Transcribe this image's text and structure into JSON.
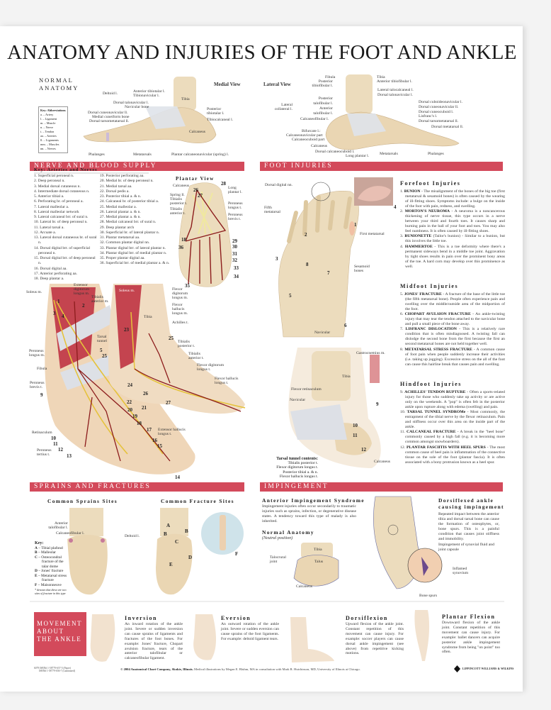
{
  "title": "ANATOMY AND INJURIES OF THE FOOT AND ANKLE",
  "colors": {
    "section_bar": "#d34a5b",
    "bone": "#ead6b3",
    "muscle": "#c4444f",
    "nerve": "#e5c23b",
    "artery": "#8c1c1c",
    "ligament": "#d9dde3",
    "fracture_circle": "#cfe3ea"
  },
  "normal_anatomy": {
    "heading_line1": "NORMAL",
    "heading_line2": "ANATOMY",
    "key": {
      "title": "Key: Abbreviations",
      "items": [
        "a. – Artery",
        "l. – Ligament",
        "m. – Muscle",
        "n. – Nerve",
        "t. – Tendon",
        "aa. – Arteries",
        "ll. – Ligaments",
        "mm. – Muscles",
        "nn. – Nerves"
      ]
    },
    "medial_view": {
      "title": "Medial View",
      "deltoid": "Deltoid l.",
      "anterior_tibiotalar": "Anterior tibiotalar l.",
      "tibionavicular": "Tibionavicular l.",
      "dorsal_talonavicular": "Dorsal talonavicular l.",
      "navicular_bone": "Navicular bone",
      "dorsal_cuneonavicular": "Dorsal cuneonavicular ll.",
      "medial_cuneiform": "Medial cuneiform bone",
      "dorsal_tarsometatarsal": "Dorsal tarsometatarsal ll.",
      "tibia": "Tibia",
      "posterior_tibiotalar_1": "Posterior",
      "posterior_tibiotalar_2": "tibiotalar l.",
      "tibiocalcaneal": "Tibiocalcaneal l.",
      "calcaneus": "Calcaneus",
      "phalanges": "Phalanges",
      "metatarsals": "Metatarsals",
      "spring": "Plantar calcaneonavicular (spring) l."
    },
    "lateral_view": {
      "title": "Lateral View",
      "fibula": "Fibula",
      "posterior_tibiofibular_1": "Posterior",
      "posterior_tibiofibular_2": "tibiofibular l.",
      "tibia": "Tibia",
      "anterior_tibiofibular": "Anterior tibiofibular l.",
      "lateral_talocalcaneal": "Lateral talocalcaneal l.",
      "dorsal_talonavicular": "Dorsal talonavicular l.",
      "lateral_collateral_1": "Lateral",
      "lateral_collateral_2": "collateral l.",
      "posterior_talofibular_1": "Posterior",
      "posterior_talofibular_2": "talofibular l.",
      "anterior_talofibular_1": "Anterior",
      "anterior_talofibular_2": "talofibular l.",
      "calcaneofibular": "Calcaneofibular l.",
      "dorsal_cuboideonavicular": "Dorsal cuboideonavicular l.",
      "dorsal_cuneonavicular": "Dorsal cuneonavicular ll.",
      "dorsal_cuneocuboid": "Dorsal cuneocuboid l.",
      "lisfranc": "Lisfranc's l.",
      "dorsal_tarsometatarsal": "Dorsal tarsometatarsal ll.",
      "dorsal_metatarsal": "Dorsal metatarsal ll.",
      "bifurcate": "Bifurcate l.:",
      "calcaneonavicular_part": "Calcaneonavicular part",
      "calcaneocuboid_part": "Calcaneocuboid part",
      "calcaneus": "Calcaneus",
      "dorsal_calcaneocuboid": "Dorsal calcaneocuboid l.",
      "long_plantar": "Long plantar l.",
      "metatarsals": "Metatarsals",
      "phalanges": "Phalanges"
    }
  },
  "nerve_section": {
    "bar": "NERVE AND BLOOD SUPPLY",
    "key_title": "Key: Arteries and Nerves",
    "key_col1": [
      "1. Superficial peroneal n.",
      "2. Deep peroneal n.",
      "3. Medial dorsal cutaneous n.",
      "4. Intermediate dorsal cutaneous n.",
      "5. Anterior tibial a.",
      "6. Perforating br. of peroneal a.",
      "7. Lateral malleolar a.",
      "8. Lateral malleolar network",
      "9. Lateral calcaneal brr. of sural n.",
      "10. Lateral br. of deep peroneal n.",
      "11. Lateral tarsal a.",
      "12. Arcuate a.",
      "13. Lateral dorsal cutaneous br. of sural n.",
      "14. Dorsal digital brr. of superficial peroneal n.",
      "15. Dorsal digital brr. of deep peroneal n.",
      "16. Dorsal digital aa.",
      "17. Anterior perforating aa.",
      "18. Deep plantar a."
    ],
    "key_col2": [
      "19. Posterior perforating aa.",
      "20. Medial br. of deep peroneal n.",
      "21. Medial tarsal aa.",
      "22. Dorsal pedis a.",
      "23. Posterior tibial a. & n.",
      "24. Calcaneal br. of posterior tibial a.",
      "25. Medial malleolar a.",
      "26. Lateral plantar a. & n.",
      "27. Medial plantar a. & n.",
      "28. Medial calcaneal brr. of sural n.",
      "29. Deep plantar arch",
      "30. Superficial br. of lateral plantar n.",
      "31. Plantar metatarsal aa.",
      "32. Common plantar digital nn.",
      "33. Plantar digital brr. of lateral plantar n.",
      "34. Plantar digital brr. of medial plantar n.",
      "35. Proper plantar digital aa.",
      "36. Superficial brr. of medial plantar a. & n."
    ],
    "plantar_view": {
      "title": "Plantar View",
      "calcaneus": "Calcaneus",
      "spring": "Spring ll.",
      "tib_post_1": "Tibialis",
      "tib_post_2": "posterior t.",
      "tib_ant_1": "Tibialis",
      "tib_ant_2": "anterior t.",
      "long_plantar_1": "Long",
      "long_plantar_2": "plantar l.",
      "per_longus_1": "Peroneus",
      "per_longus_2": "longus t.",
      "per_brevis_1": "Peroneus",
      "per_brevis_2": "brevis t.",
      "numbers": {
        "n28": "28",
        "n26": "26",
        "n27": "27",
        "n29": "29",
        "n30": "30",
        "n18": "18",
        "n36": "36",
        "n31": "31",
        "n32": "32",
        "n33": "33",
        "n34": "34",
        "n35": "35"
      }
    },
    "dorsal_view": {
      "soleus": "Soleus m.",
      "ext_dig_1": "Extensor",
      "ext_dig_2": "digitorum",
      "ext_dig_3": "longus m.",
      "tib_ant_1": "Tibialis",
      "tib_ant_2": "anterior m.",
      "per_longus_1": "Peroneus",
      "per_longus_2": "longus m.",
      "fibula": "Fibula",
      "per_brevis_1": "Peroneus",
      "per_brevis_2": "brevis t.",
      "retinaculum": "Retinaculum",
      "per_tertius_1": "Peroneus",
      "per_tertius_2": "tertius t.",
      "ext_hal_1": "Extensor hallucis",
      "ext_hal_2": "longus t.",
      "numbers": {
        "n1": "1",
        "n2": "2",
        "n3": "3",
        "n4": "4",
        "n5": "5",
        "n25": "25",
        "n9": "9",
        "n10": "10",
        "n11": "11",
        "n12": "12",
        "n13": "13",
        "n14": "14",
        "n15": "15",
        "n16": "16",
        "n17": "17",
        "n18": "18",
        "n19": "19",
        "n20": "20"
      }
    },
    "medial_view": {
      "soleus": "Soleus m.",
      "fdl_1": "Flexor",
      "fdl_2": "digitorum",
      "fdl_3": "longus m.",
      "fhl_1": "Flexor",
      "fhl_2": "hallucis",
      "fhl_3": "longus m.",
      "achilles": "Achilles t.",
      "tibia": "Tibia",
      "tarsal_1": "Tarsal",
      "tarsal_2": "tunnel",
      "tib_post_1": "Tibialis",
      "tib_post_2": "posterior t.",
      "tib_ant_1": "Tibialis",
      "tib_ant_2": "anterior t.",
      "fdl_t_1": "Flexor digitorum",
      "fdl_t_2": "longus t.",
      "fhl_t_1": "Flexor hallucis",
      "fhl_t_2": "longus t.",
      "numbers": {
        "n23": "23",
        "n25": "25",
        "n24": "24",
        "n26": "26",
        "n22": "22",
        "n21": "21",
        "n27": "27"
      }
    }
  },
  "foot_injuries": {
    "bar": "FOOT INJURIES",
    "labels": {
      "dorsal_digital": "Dorsal digital nn.",
      "fifth_1": "Fifth",
      "fifth_2": "metatarsal",
      "first_metatarsal": "First metatarsal",
      "sesamoid_1": "Sesamoid",
      "sesamoid_2": "bones",
      "navicular": "Navicular"
    },
    "numbers": {
      "n1": "1",
      "n2": "2",
      "n3": "3",
      "n4": "4",
      "n5": "5",
      "n6": "6",
      "n7": "7",
      "n8": "8"
    },
    "hindfoot_labels": {
      "gastrocnemius": "Gastrocnemius m.",
      "tibia": "Tibia",
      "flexor_retinaculum": "Flexor retinaculum",
      "navicular": "Navicular",
      "calcaneus": "Calcaneus",
      "n9": "9",
      "n10": "10",
      "n11": "11",
      "n12": "12"
    },
    "tarsal_tunnel": {
      "title": "Tarsal tunnel contents:",
      "items": [
        "Tibialis posterior t.",
        "Flexor digitorum longus t.",
        "Posterior tibial a. & n.",
        "Flexor hallucis longus t."
      ]
    },
    "forefoot": {
      "heading": "Forefoot Injuries",
      "items": [
        {
          "n": "1.",
          "title": "BUNION",
          "text": " - The misalignment of the bones of the big toe (first metatarsal & sesamoid bones) is often caused by the wearing of ill-fitting shoes. Symptoms include: a bulge on the inside of the foot with pain, redness, and swelling."
        },
        {
          "n": "2.",
          "title": "MORTON'S NEUROMA",
          "text": " - A neuroma is a noncancerous thickening of nerve tissue, this type occurs in a nerve between your third and fourth toes. It causes sharp and burning pain in the ball of your foot and toes. You may also feel numbness. It is often caused by ill-fitting shoes."
        },
        {
          "n": "3.",
          "title": "BUNIONETTE",
          "text": " (Tailor's bunion) - Similar to a bunion, but this involves the little toe."
        },
        {
          "n": "4.",
          "title": "HAMMERTOE",
          "text": " - This is a toe deformity where there's a permanent sideways bend in a middle toe joint. Aggravation by tight shoes results in pain over the prominent bony areas of the toe. A hard corn may develop over this prominence as well."
        }
      ]
    },
    "midfoot": {
      "heading": "Midfoot Injuries",
      "items": [
        {
          "n": "5.",
          "title": "JONES' FRACTURE",
          "text": " - A fracture of the base of the little toe (the fifth metatarsal bone). People often experience pain and swelling over the middle/outside area of the midportion of the foot."
        },
        {
          "n": "6.",
          "title": "CHOPART AVULSION FRACTURE",
          "text": " - An ankle-twisting injury that may tear the tendon attached to the navicular bone and pull a small piece of the bone away."
        },
        {
          "n": "7.",
          "title": "LISFRANC DISLOCATION",
          "text": " - This is a relatively rare condition that is often misdiagnosed. A twisting fall can dislodge the second bone from the first because the first an second metatarsal bones are not held together well."
        },
        {
          "n": "8.",
          "title": "METATARSAL STRESS FRACTURE",
          "text": " - A common cause of foot pain when people suddenly increase their activities (i.e. taking up jogging). Excessive stress on the all of the foot can cause this hairline break that causes pain and swelling."
        }
      ]
    },
    "hindfoot": {
      "heading": "Hindfoot Injuries",
      "items": [
        {
          "n": "9.",
          "title": "ACHILLES' TENDON RUPTURE",
          "text": " - Often a sports-related injury for those who suddenly take up activity or are active only on the weekends. A \"pop\" is often felt in the posterior ankle upon rupture along with edema (swelling) and pain."
        },
        {
          "n": "10.",
          "title": "TARSAL TUNNEL SYNDROMe",
          "text": " - Most commonly, the entrapment of the tibial nerve by the flexor retinaculum. Pain and stiffness occur over this area on the inside part of the ankle."
        },
        {
          "n": "11.",
          "title": "CALCANEAL FRACTURE",
          "text": " - A break in the \"heel bone\" commonly caused by a high fall (e.g. it is becoming more common amongst snowboarders)."
        },
        {
          "n": "12.",
          "title": "PLANTAR FASCIITIS WITH HEEL SPURS",
          "text": " - The most common cause of heel pain is inflammation of the connective tissue on the sole of the foot (plantar fascia). It is often associated with a bony protrusion known as a heel spur."
        }
      ]
    }
  },
  "sprains": {
    "bar": "SPRAINS AND FRACTURES",
    "sprain_heading": "Common Sprains Sites",
    "fracture_heading": "Common Fracture Sites",
    "ant_talofibular_1": "Anterior",
    "ant_talofibular_2": "talofibular l.",
    "calcaneofibular": "Calcaneofibular l.",
    "deltoid": "Deltoid l.",
    "key_title": "Key:",
    "key": [
      {
        "letter": "A",
        "text": "Tibial plafond"
      },
      {
        "letter": "B",
        "text": "Malleolar"
      },
      {
        "letter": "C",
        "text": "Osteocondral fracture of the talar dome"
      },
      {
        "letter": "D",
        "text": "Jones' fracture"
      },
      {
        "letter": "E",
        "text": "Metatarsal stress fracture"
      },
      {
        "letter": "F",
        "text": "Maisonneuve"
      }
    ],
    "footnote": "* denotes that these are two sites of fracture in this type",
    "letters": {
      "a": "A",
      "b1": "B",
      "b2": "B",
      "c": "C",
      "d": "D",
      "e": "E",
      "f": "F"
    }
  },
  "impingement": {
    "bar": "IMPINGEMENT",
    "anterior_heading": "Anterior Impingement Syndrome",
    "anterior_text": "Impingement injuries often occur secondarily to traumatic injuries such as sprains, infection, or degenerative disease states. A tendency toward this type of malady is also inherited.",
    "normal_heading": "Normal Anatomy",
    "normal_sub": "(Neutral position)",
    "tibia": "Tibia",
    "talus": "Talus",
    "calcaneus": "Calcaneus",
    "talocrural_1": "Talocrural",
    "talocrural_2": "joint",
    "dorsi_heading_1": "Dorsiflexed ankle",
    "dorsi_heading_2": "causing impingement",
    "dorsi_text": "Repeated impact between the anterior tibia and dorsal tarsal bone can cause the formation of osteophytes, or, bone spurs. This is a painful condition that causes joint stiffness and immobility.",
    "synovial": "Impingement of synovial fluid and joint capsule",
    "inflamed_1": "Inflamed",
    "inflamed_2": "synovium",
    "bone_spurs": "Bone spurs"
  },
  "movement": {
    "box_1": "MOVEMENT",
    "box_2": "ABOUT",
    "box_3": "THE ANKLE",
    "items": [
      {
        "title": "Inversion",
        "text": "An inward rotation of the ankle joint. Severe or sudden inversion can cause sprains of ligaments and fractures of the foot bones. For example: Jones' fracture, Chopart avulsion fracture, tears of the anterior talofibular or calcaneofibular ligament."
      },
      {
        "title": "Eversion",
        "text": "An outward rotation of the ankle joint. Severe or sudden eversion can cause sprains of the foot ligaments. For example: deltoid ligament tears."
      },
      {
        "title": "Dorsiflexion",
        "text": "Upward flexion of the ankle joint. Constant repetition of this movement can cause injury. For example: soccer players can cause dorsal ankle impingement (see above) from repetitive kicking motions."
      },
      {
        "title": "Plantar Flexion",
        "text": "Downward flexion of the ankle joint. Constant repetition of this movement can cause injury. For example: ballet dancers can acquire posterior ankle impingement syndrome from being \"on point\" too often."
      }
    ]
  },
  "footer": {
    "isbn_1": "6079 ISBN# 1-58779-657-5 (Paper)",
    "isbn_2": "ISBN# 1-58779-656-7 (Laminated)",
    "copyright": "© 2004 Anatomical Chart Company, Skokie, Illinois.",
    "credits": " Medical illustrations by Megan E. Bluhm, MA in consultation with Mark R. Hutchinson, MD, University of Illinois at Chicago.",
    "publisher": "LIPPINCOTT WILLIAMS & WILKINS"
  }
}
